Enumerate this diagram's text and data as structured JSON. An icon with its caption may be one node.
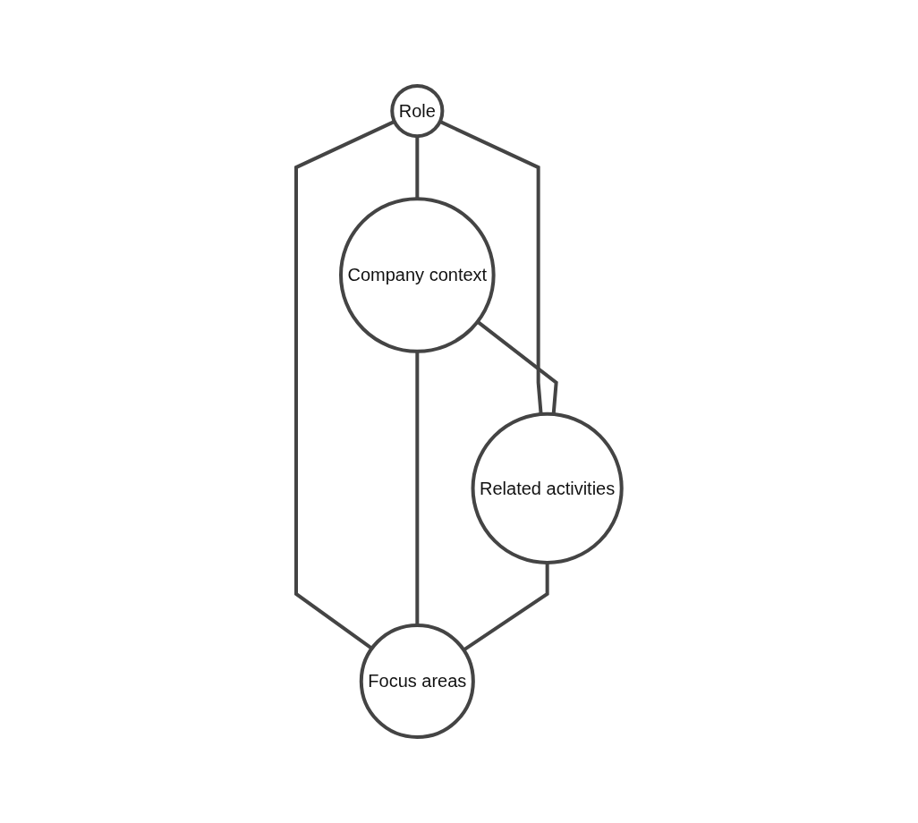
{
  "diagram": {
    "nodes": [
      {
        "text": [
          "Role"
        ]
      },
      {
        "text": [
          "Company context"
        ]
      },
      {
        "text": [
          "Related activities"
        ]
      },
      {
        "text": [
          "Focus areas"
        ]
      }
    ],
    "edges": [
      {
        "from": 0,
        "to": 1,
        "arrow": "none"
      },
      {
        "from": 0,
        "to": 2,
        "arrow": "none"
      },
      {
        "from": 0,
        "to": 3,
        "arrow": "none"
      },
      {
        "from": 1,
        "to": 2,
        "arrow": "none"
      },
      {
        "from": 1,
        "to": 3,
        "arrow": "none"
      },
      {
        "from": 2,
        "to": 3,
        "arrow": "none"
      }
    ]
  }
}
